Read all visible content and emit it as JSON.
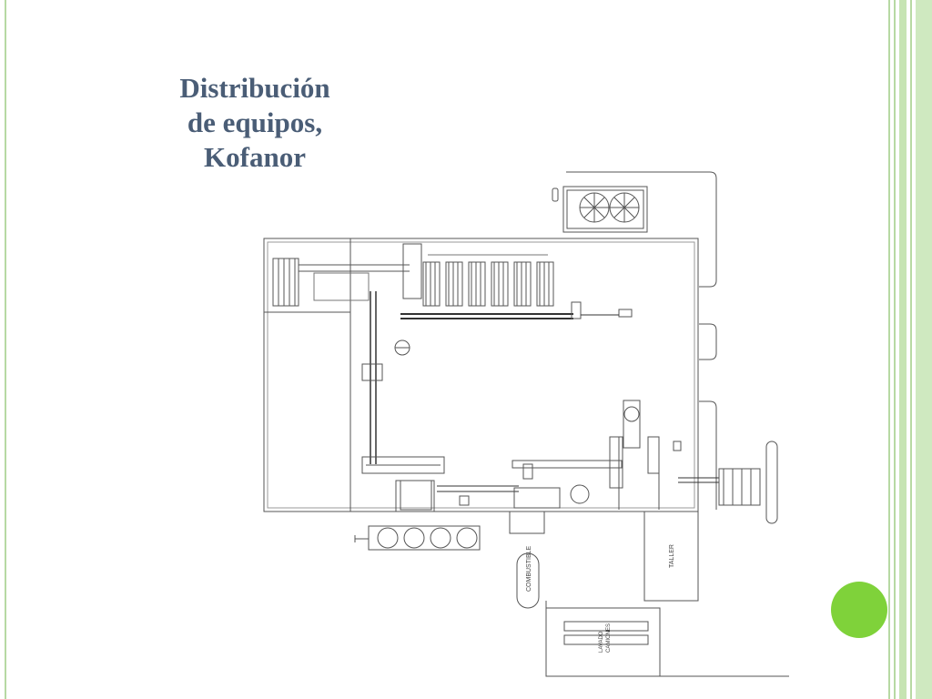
{
  "slide": {
    "title_lines": [
      "Distribución",
      "de equipos,",
      "Kofanor"
    ]
  },
  "plan": {
    "labels": {
      "combustible": "COMBUSTIBLE",
      "taller": "TALLER",
      "lavado_line1": "LAVADO",
      "lavado_line2": "CAMIONES"
    }
  },
  "colors": {
    "title": "#4a5d76",
    "frame_green": "#b7d9a3",
    "accent_circle": "#7fd23a",
    "drawing_line": "#555555"
  }
}
